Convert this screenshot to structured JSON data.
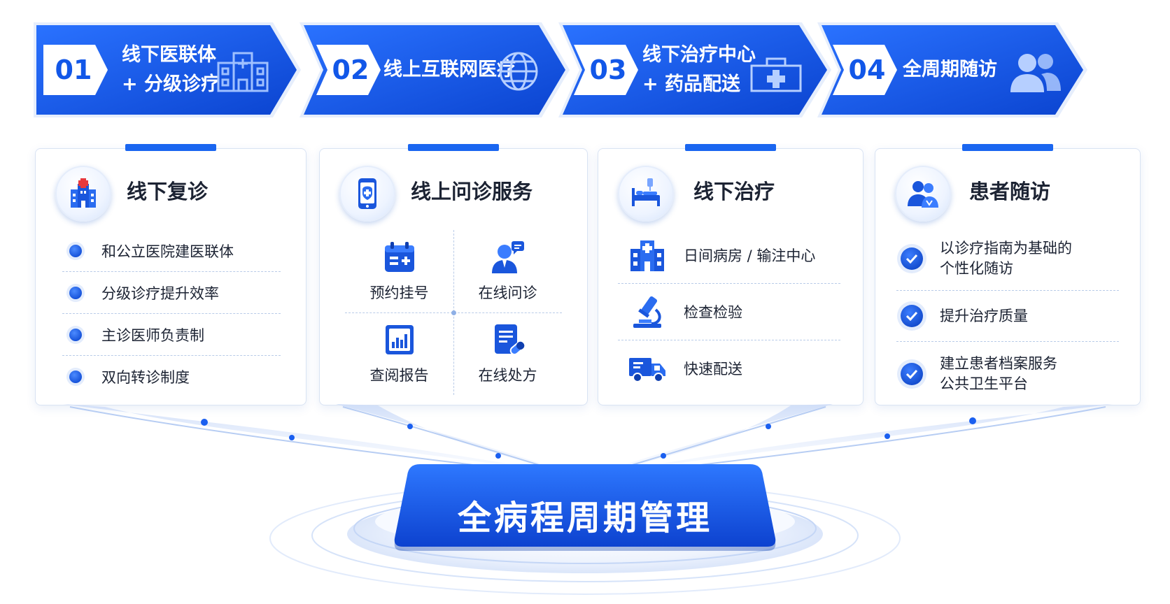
{
  "banners": [
    {
      "num": "01",
      "lines": [
        "线下医联体",
        "+ 分级诊疗"
      ],
      "icon": "hospital-building-icon"
    },
    {
      "num": "02",
      "lines": [
        "线上互联网医疗"
      ],
      "icon": "globe-icon"
    },
    {
      "num": "03",
      "lines": [
        "线下治疗中心",
        "+ 药品配送"
      ],
      "icon": "medical-box-icon"
    },
    {
      "num": "04",
      "lines": [
        "全周期随访"
      ],
      "icon": "users-icon"
    }
  ],
  "cards": [
    {
      "title": "线下复诊",
      "icon": "hospital-icon",
      "items": [
        "和公立医院建医联体",
        "分级诊疗提升效率",
        "主诊医师负责制",
        "双向转诊制度"
      ]
    },
    {
      "title": "线上问诊服务",
      "icon": "mobile-health-icon",
      "services": [
        {
          "label": "预约挂号",
          "icon": "calendar-icon"
        },
        {
          "label": "在线问诊",
          "icon": "doctor-chat-icon"
        },
        {
          "label": "查阅报告",
          "icon": "report-chart-icon"
        },
        {
          "label": "在线处方",
          "icon": "prescription-icon"
        }
      ]
    },
    {
      "title": "线下治疗",
      "icon": "hospital-bed-icon",
      "items": [
        {
          "label": "日间病房 / 输注中心",
          "icon": "hospital-building-icon"
        },
        {
          "label": "检查检验",
          "icon": "microscope-icon"
        },
        {
          "label": "快速配送",
          "icon": "delivery-truck-icon"
        }
      ]
    },
    {
      "title": "患者随访",
      "icon": "patient-users-icon",
      "items": [
        {
          "lines": [
            "以诊疗指南为基础的",
            "个性化随访"
          ]
        },
        {
          "lines": [
            "提升治疗质量"
          ]
        },
        {
          "lines": [
            "建立患者档案服务",
            "公共卫生平台"
          ]
        }
      ]
    }
  ],
  "center_label": "全病程周期管理",
  "colors": {
    "primary": "#1a5ff0",
    "primary_dark": "#0f47d4",
    "accent_light": "#e3ecfc",
    "red_cross": "#e8383d"
  }
}
